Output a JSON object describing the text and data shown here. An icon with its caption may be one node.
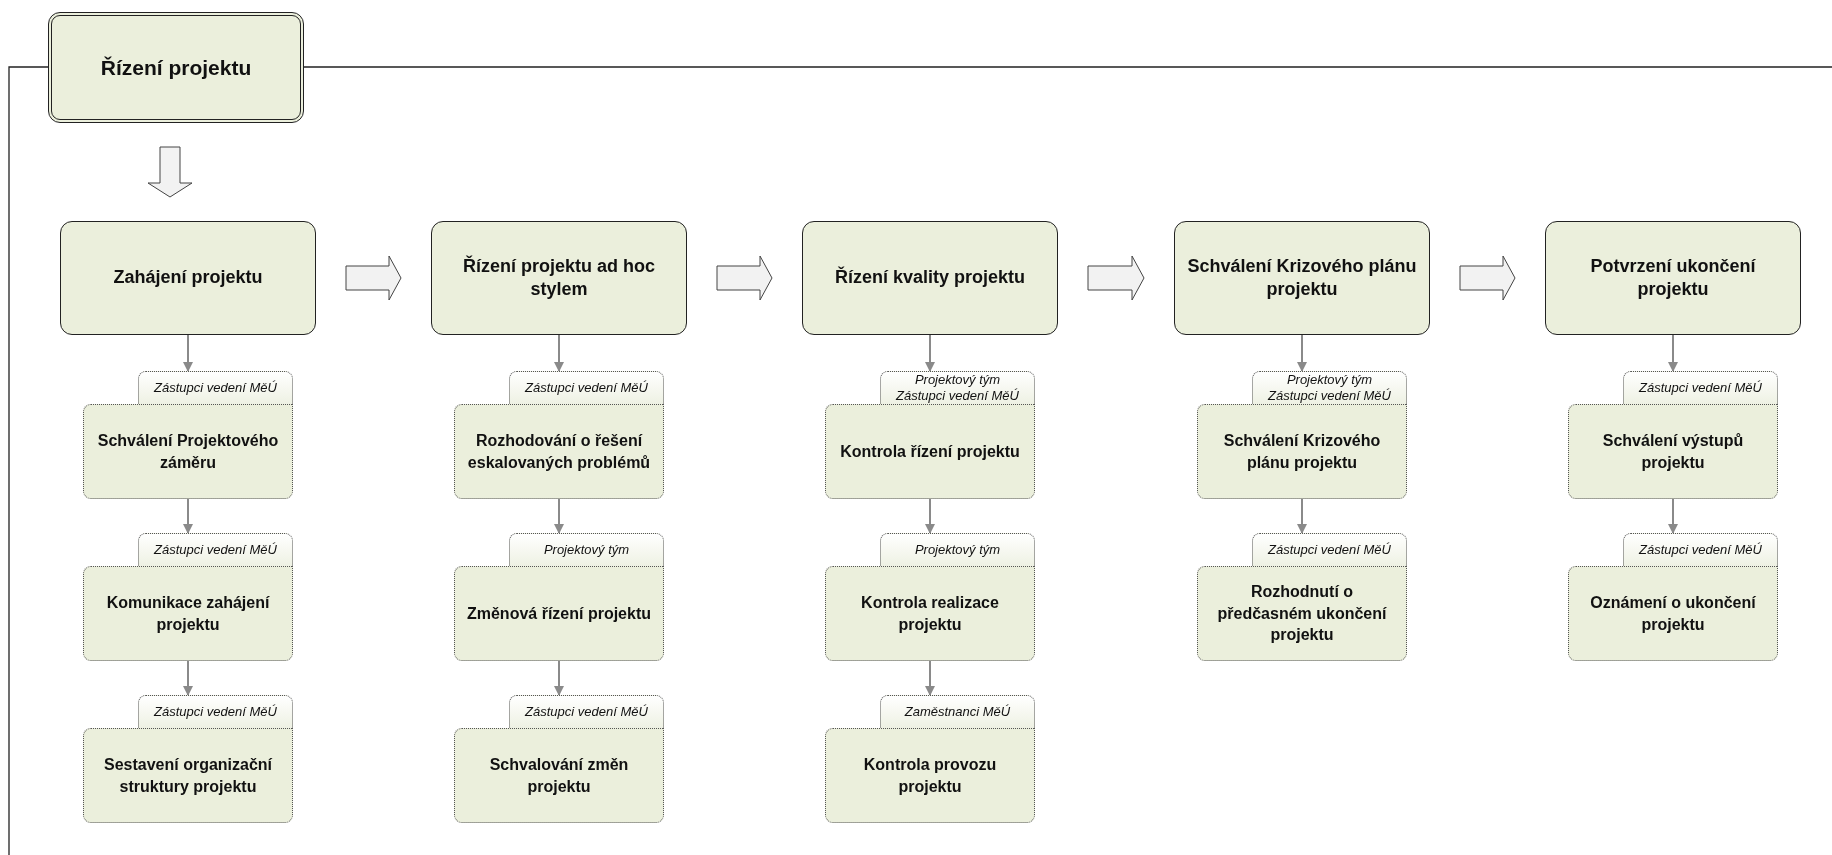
{
  "diagram": {
    "nodes": [
      {
        "text": [
          "Řízení projektu"
        ]
      },
      {
        "text": [
          "Zahájení projektu"
        ]
      },
      {
        "text": [
          "Řízení projektu ad hoc stylem"
        ]
      },
      {
        "text": [
          "Řízení kvality projektu"
        ]
      },
      {
        "text": [
          "Schválení Krizového plánu projektu"
        ]
      },
      {
        "text": [
          "Potvrzení ukončení projektu"
        ]
      },
      {
        "text": [
          "Zástupci vedení MěÚ",
          "Schválení Projektového záměru"
        ]
      },
      {
        "text": [
          "Zástupci vedení MěÚ",
          "Komunikace zahájení projektu"
        ]
      },
      {
        "text": [
          "Zástupci vedení MěÚ",
          "Sestavení organizační struktury projektu"
        ]
      },
      {
        "text": [
          "Zástupci vedení MěÚ",
          "Rozhodování o řešení eskalovaných problémů"
        ]
      },
      {
        "text": [
          "Projektový tým",
          "Změnová řízení projektu"
        ]
      },
      {
        "text": [
          "Zástupci vedení MěÚ",
          "Schvalování změn projektu"
        ]
      },
      {
        "text": [
          "Projektový tým",
          "Zástupci vedení MěÚ",
          "Kontrola řízení projektu"
        ]
      },
      {
        "text": [
          "Projektový tým",
          "Kontrola realizace projektu"
        ]
      },
      {
        "text": [
          "Zaměstnanci MěÚ",
          "Kontrola provozu projektu"
        ]
      },
      {
        "text": [
          "Projektový tým",
          "Zástupci vedení MěÚ",
          "Schválení Krizového plánu projektu"
        ]
      },
      {
        "text": [
          "Zástupci vedení MěÚ",
          "Rozhodnutí o předčasném ukončení projektu"
        ]
      },
      {
        "text": [
          "Zástupci vedení MěÚ",
          "Schválení výstupů projektu"
        ]
      },
      {
        "text": [
          "Zástupci vedení MěÚ",
          "Oznámení o ukončení projektu"
        ]
      }
    ],
    "edges": [
      {
        "from": 0,
        "to": 1,
        "arrow": "to",
        "style": "thick"
      },
      {
        "from": 1,
        "to": 2,
        "arrow": "to",
        "style": "thick"
      },
      {
        "from": 2,
        "to": 3,
        "arrow": "to",
        "style": "thick"
      },
      {
        "from": 3,
        "to": 4,
        "arrow": "to",
        "style": "thick"
      },
      {
        "from": 4,
        "to": 5,
        "arrow": "to",
        "style": "thick"
      },
      {
        "from": 1,
        "to": 6,
        "arrow": "to"
      },
      {
        "from": 6,
        "to": 7,
        "arrow": "to"
      },
      {
        "from": 7,
        "to": 8,
        "arrow": "to"
      },
      {
        "from": 2,
        "to": 9,
        "arrow": "to"
      },
      {
        "from": 9,
        "to": 10,
        "arrow": "to"
      },
      {
        "from": 10,
        "to": 11,
        "arrow": "to"
      },
      {
        "from": 3,
        "to": 12,
        "arrow": "to"
      },
      {
        "from": 12,
        "to": 13,
        "arrow": "to"
      },
      {
        "from": 13,
        "to": 14,
        "arrow": "to"
      },
      {
        "from": 4,
        "to": 15,
        "arrow": "to"
      },
      {
        "from": 15,
        "to": 16,
        "arrow": "to"
      },
      {
        "from": 5,
        "to": 17,
        "arrow": "to"
      },
      {
        "from": 17,
        "to": 18,
        "arrow": "to"
      }
    ]
  }
}
